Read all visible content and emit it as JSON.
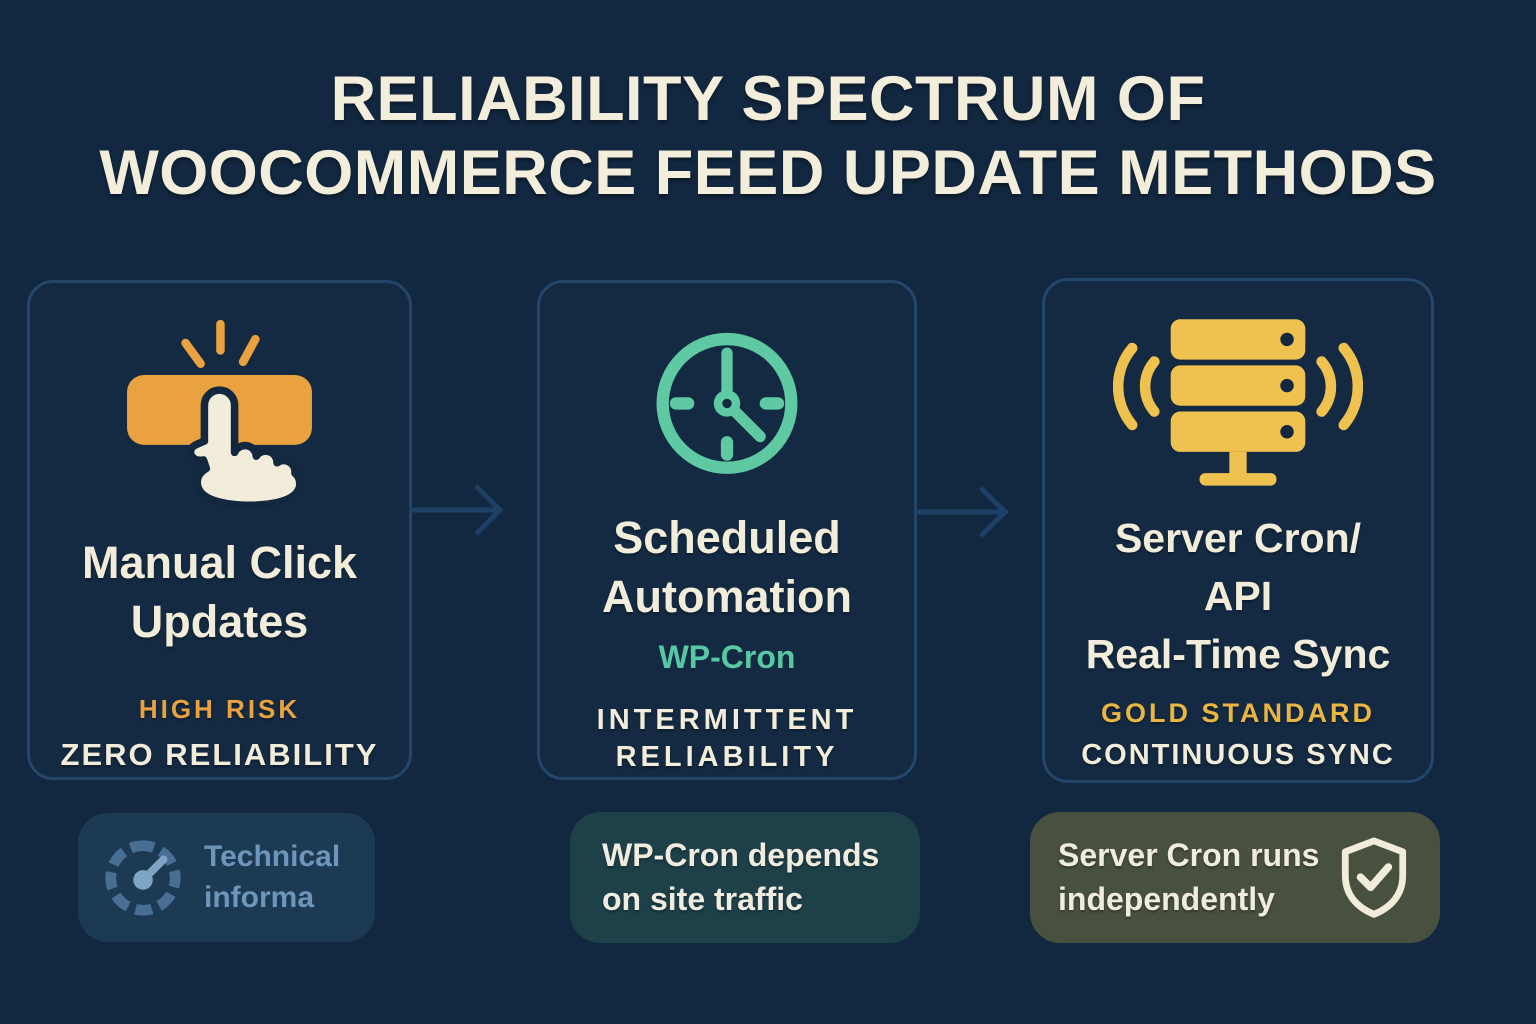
{
  "title": {
    "line1": "RELIABILITY SPECTRUM OF",
    "line2": "WOOCOMMERCE FEED UPDATE METHODS"
  },
  "cards": [
    {
      "icon": "click-button-icon",
      "title_line1": "Manual Click",
      "title_line2": "Updates",
      "badge": "HIGH RISK",
      "subtitle": "ZERO RELIABILITY"
    },
    {
      "icon": "clock-icon",
      "title_line1": "Scheduled",
      "title_line2": "Automation",
      "tag": "WP-Cron",
      "subtitle_line1": "INTERMITTENT",
      "subtitle_line2": "RELIABILITY"
    },
    {
      "icon": "server-sync-icon",
      "title_line1": "Server Cron/",
      "title_line2": "API",
      "title_line3": "Real-Time Sync",
      "badge": "GOLD STANDARD",
      "subtitle": "CONTINUOUS SYNC"
    }
  ],
  "notes": [
    {
      "icon": "gauge-icon",
      "line1": "Technical",
      "line2": "informa"
    },
    {
      "line1": "WP-Cron depends",
      "line2": "on site traffic"
    },
    {
      "icon": "shield-check-icon",
      "line1": "Server Cron runs",
      "line2": "independently"
    }
  ],
  "colors": {
    "background": "#122840",
    "cream": "#F2ECDA",
    "orange": "#E9A23F",
    "teal": "#58C8A2",
    "gold": "#EAB542",
    "muted_blue": "#6E96BB",
    "card_border": "#24466B",
    "arrow": "#1F4066",
    "note1_bg": "#1D3A55",
    "note2_bg": "#1D4049",
    "note3_bg": "#48503F"
  }
}
